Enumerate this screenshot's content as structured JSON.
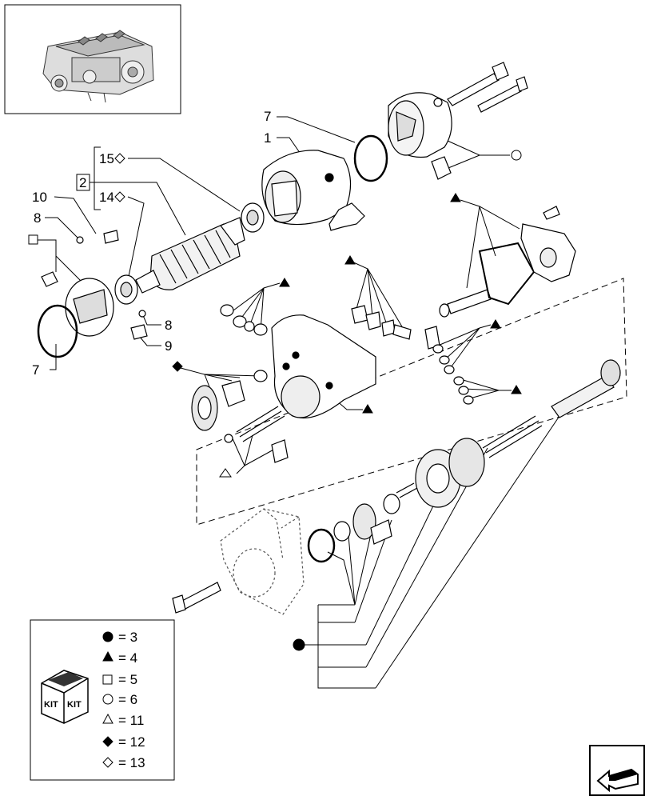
{
  "callouts": {
    "c1": "1",
    "c2": "2",
    "c7_top": "7",
    "c7_left": "7",
    "c8_top": "8",
    "c8_mid": "8",
    "c9": "9",
    "c10": "10",
    "c14": "14",
    "c15": "15"
  },
  "legend": {
    "items": [
      {
        "symbol": "filled-circle",
        "text": "= 3"
      },
      {
        "symbol": "filled-triangle",
        "text": "= 4"
      },
      {
        "symbol": "open-square",
        "text": "= 5"
      },
      {
        "symbol": "open-circle",
        "text": "= 6"
      },
      {
        "symbol": "open-triangle",
        "text": "= 11"
      },
      {
        "symbol": "filled-diamond",
        "text": "= 12"
      },
      {
        "symbol": "open-diamond",
        "text": "= 13"
      }
    ],
    "kit_left": "KIT",
    "kit_right": "KIT"
  },
  "icons": {
    "engine_thumbnail": "engine-thumbnail-icon",
    "kit_box": "kit-box-icon",
    "navigation": "navigation-arrow-icon"
  }
}
